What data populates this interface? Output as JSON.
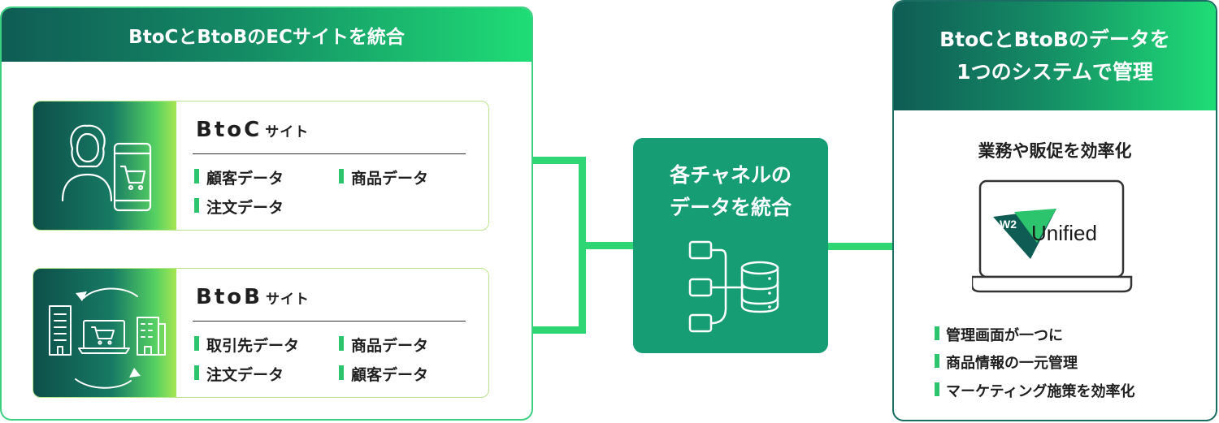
{
  "left_panel": {
    "title": "BtoCとBtoBのECサイトを統合",
    "btoc": {
      "title_main": "BtoC",
      "title_suffix": "サイト",
      "items": [
        "顧客データ",
        "商品データ",
        "注文データ"
      ],
      "icons": [
        "woman-icon",
        "smartphone-cart-icon"
      ]
    },
    "btob": {
      "title_main": "BtoB",
      "title_suffix": "サイト",
      "items": [
        "取引先データ",
        "商品データ",
        "注文データ",
        "顧客データ"
      ],
      "icons": [
        "building-icon",
        "laptop-cart-icon",
        "office-building-icon",
        "cycle-arrows-icon"
      ]
    }
  },
  "center": {
    "title_line1": "各チャネルの",
    "title_line2": "データを統合",
    "icon": "database-integration-icon"
  },
  "right_panel": {
    "title_line1": "BtoCとBtoBのデータを",
    "title_line2": "1つのシステムで管理",
    "subtitle": "業務や販促を効率化",
    "logo_mark": "W2",
    "logo_text": "Unified",
    "features": [
      "管理画面が一つに",
      "商品情報の一元管理",
      "マーケティング施策を効率化"
    ]
  },
  "colors": {
    "accent_green": "#2cc56d",
    "dark_teal": "#0f5c55",
    "center_box": "#169d73",
    "arrow": "#2fd774"
  }
}
